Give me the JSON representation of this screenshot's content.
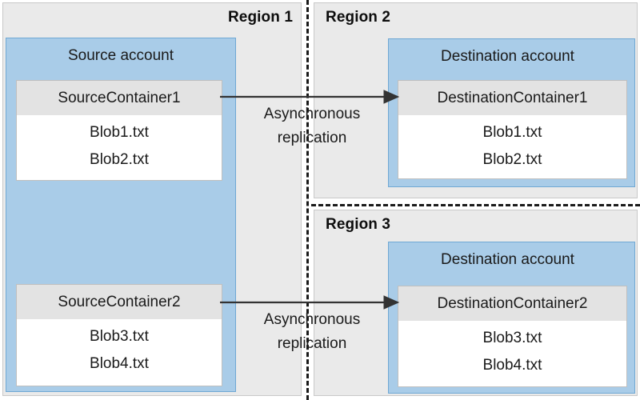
{
  "colors": {
    "region_bg": "#eaeaea",
    "region_border": "#c9c9c9",
    "account_bg": "#a9cce8",
    "account_border": "#6fa8d4",
    "container_header_bg": "#e3e3e3",
    "container_bg": "#ffffff",
    "line": "#333333",
    "text": "#1a1a1a"
  },
  "regions": {
    "region1": {
      "title": "Region 1",
      "account": {
        "title": "Source account",
        "containers": [
          {
            "name": "SourceContainer1",
            "blobs": [
              "Blob1.txt",
              "Blob2.txt"
            ]
          },
          {
            "name": "SourceContainer2",
            "blobs": [
              "Blob3.txt",
              "Blob4.txt"
            ]
          }
        ]
      }
    },
    "region2": {
      "title": "Region 2",
      "account": {
        "title": "Destination account",
        "container": {
          "name": "DestinationContainer1",
          "blobs": [
            "Blob1.txt",
            "Blob2.txt"
          ]
        }
      }
    },
    "region3": {
      "title": "Region 3",
      "account": {
        "title": "Destination account",
        "container": {
          "name": "DestinationContainer2",
          "blobs": [
            "Blob3.txt",
            "Blob4.txt"
          ]
        }
      }
    }
  },
  "arrows": [
    {
      "label_line1": "Asynchronous",
      "label_line2": "replication"
    },
    {
      "label_line1": "Asynchronous",
      "label_line2": "replication"
    }
  ]
}
